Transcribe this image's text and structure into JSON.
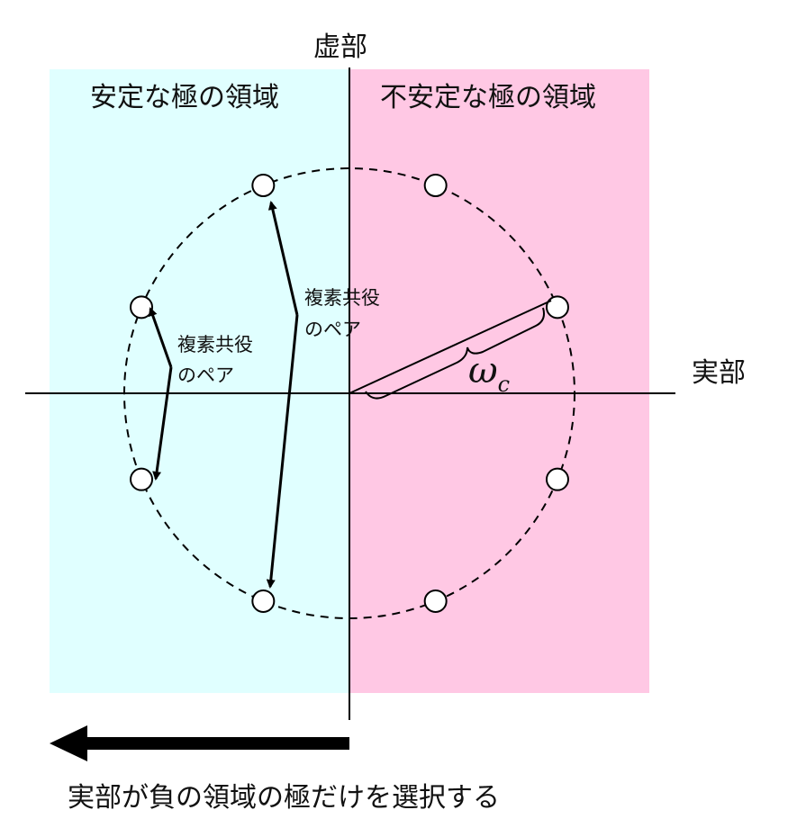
{
  "labels": {
    "imag_axis": "虚部",
    "real_axis": "実部",
    "stable_region": "安定な極の領域",
    "unstable_region": "不安定な極の領域",
    "pair_line1": "複素共役",
    "pair_line2": "のペア",
    "omega": "ω",
    "omega_sub": "c",
    "caption": "実部が負の領域の極だけを選択する"
  },
  "colors": {
    "stable": "#e0ffff",
    "unstable": "#ffc8e4"
  },
  "poles_deg": [
    22.5,
    67.5,
    112.5,
    157.5,
    202.5,
    247.5,
    292.5,
    337.5
  ]
}
